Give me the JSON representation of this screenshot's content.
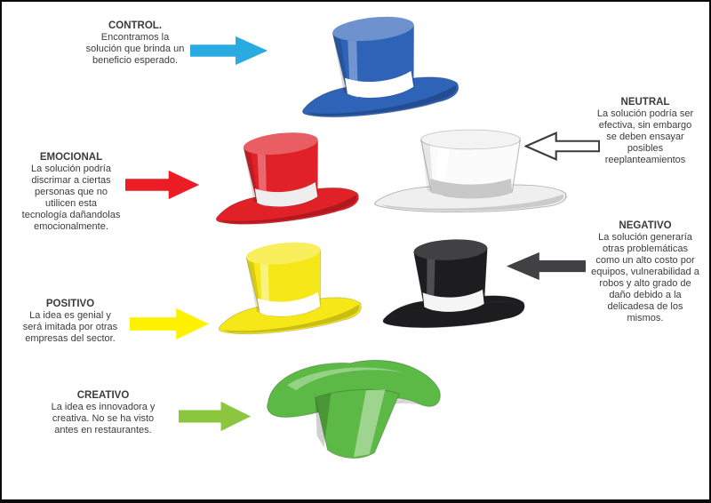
{
  "page": {
    "background": "#ffffff",
    "border_color": "#0a0a0a",
    "text_color": "#3b3b3d",
    "description": "Six Thinking Hats diagram (Spanish) with six colored top hats and annotation arrows"
  },
  "sections": {
    "control": {
      "title": "CONTROL.",
      "body": "Encontramos la\nsolución que brinda un\nbeneficio esperado.",
      "arrow_color": "#29abe2",
      "arrow_direction": "right"
    },
    "neutral": {
      "title": "NEUTRAL",
      "body": "La solución podría ser\nefectiva, sin embargo\nse deben ensayar\nposibles\nreeplanteamientos",
      "arrow_color": "#ffffff",
      "arrow_outline": "#3b3b3d",
      "arrow_direction": "left"
    },
    "emocional": {
      "title": "EMOCIONAL",
      "body": "La solución podría\ndiscrimar a ciertas\npersonas que no\nutilicen esta\ntecnología dañandolas\nemocionalmente.",
      "arrow_color": "#ec1c24",
      "arrow_direction": "right"
    },
    "negativo": {
      "title": "NEGATIVO",
      "body": "La solución generaría\notras problemáticas\ncomo un alto costo por\nequipos, vulnerabilidad a\nrobos y alto grado de\ndaño debido a la\ndelicadesa de los\nmismos.",
      "arrow_color": "#414143",
      "arrow_direction": "left"
    },
    "positivo": {
      "title": "POSITIVO",
      "body": "La idea es genial y\nserá imitada por otras\nempresas del sector.",
      "arrow_color": "#fff200",
      "arrow_direction": "right"
    },
    "creativo": {
      "title": "CREATIVO",
      "body": "La idea es innovadora y\ncreativa. No se ha visto\nantes en restaurantes.",
      "arrow_color": "#8cc63f",
      "arrow_direction": "right"
    }
  },
  "hats": {
    "blue": {
      "label": "blue top hat",
      "color": "#2f63b8",
      "band": "#ffffff"
    },
    "red": {
      "label": "red top hat",
      "color": "#e02128",
      "band": "#eeeeee"
    },
    "white": {
      "label": "white top hat",
      "color": "#efefef",
      "band": "#c8c8c8"
    },
    "yellow": {
      "label": "yellow top hat",
      "color": "#f6e818",
      "band": "#ffffff"
    },
    "black": {
      "label": "black top hat",
      "color": "#1d1d1f",
      "band": "#f5f5f5"
    },
    "green": {
      "label": "green inverted top hat",
      "color": "#5cb945"
    }
  }
}
